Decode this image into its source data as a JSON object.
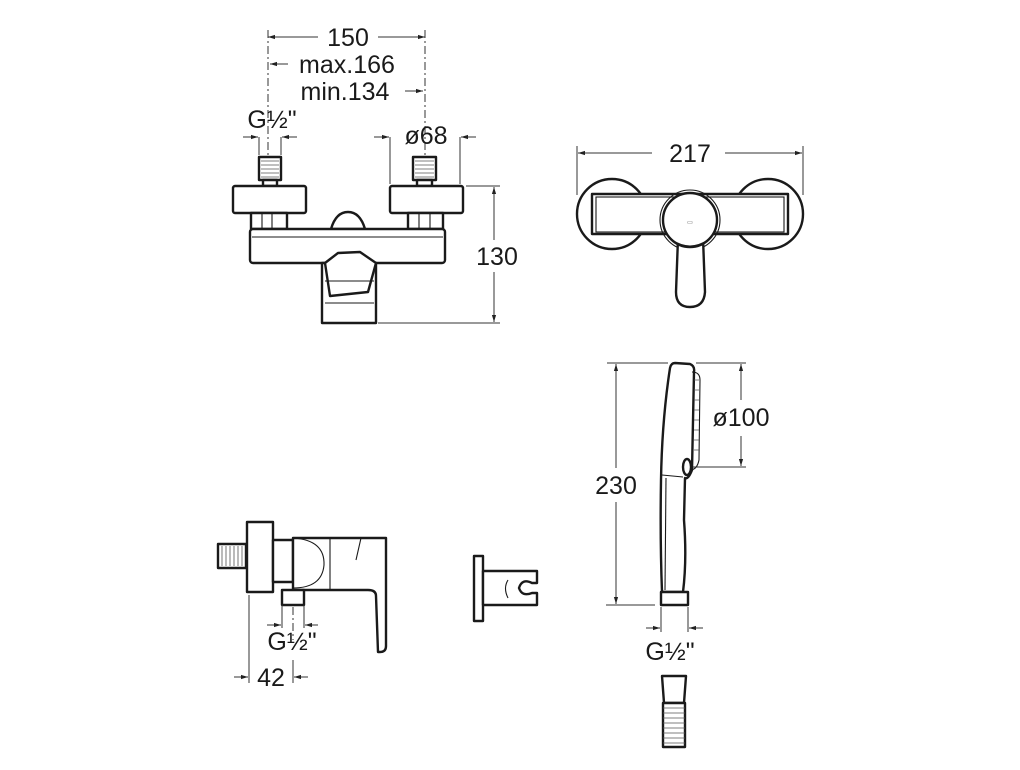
{
  "top_side_view": {
    "width_nominal": "150",
    "width_max": "max.166",
    "width_min": "min.134",
    "inlet_thread": "G½\"",
    "flange_diameter": "ø68",
    "height": "130"
  },
  "top_front_view": {
    "overall_width": "217"
  },
  "concealed_valve_view": {
    "outlet_thread": "G½\"",
    "depth": "42"
  },
  "hand_shower_view": {
    "length": "230",
    "head_diameter": "ø100",
    "connection_thread": "G½\""
  },
  "colors": {
    "line": "#1a1a1a",
    "background": "#ffffff"
  }
}
